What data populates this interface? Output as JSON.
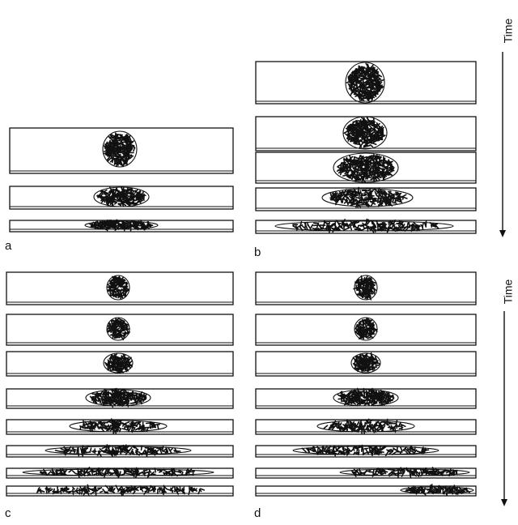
{
  "time_label": "Time",
  "panels": [
    {
      "id": "a",
      "label": "a"
    },
    {
      "id": "b",
      "label": "b"
    },
    {
      "id": "c",
      "label": "c"
    },
    {
      "id": "d",
      "label": "d"
    }
  ]
}
